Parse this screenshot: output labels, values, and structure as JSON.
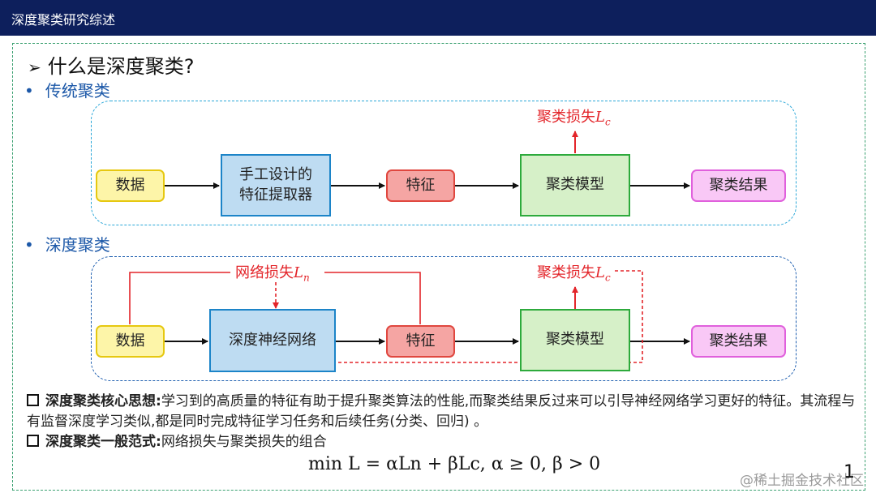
{
  "header": {
    "title": "深度聚类研究综述"
  },
  "heading": {
    "arrow": "➢",
    "text": "什么是深度聚类?"
  },
  "sections": [
    {
      "bullet": "•",
      "label": "传统聚类"
    },
    {
      "bullet": "•",
      "label": "深度聚类"
    }
  ],
  "traditional": {
    "nodes": [
      "数据",
      "手工设计的\n特征提取器",
      "特征",
      "聚类模型",
      "聚类结果"
    ],
    "loss": {
      "text": "聚类损失",
      "var": "L",
      "sub": "c"
    }
  },
  "deep": {
    "nodes": [
      "数据",
      "深度神经网络",
      "特征",
      "聚类模型",
      "聚类结果"
    ],
    "network_loss": {
      "text": "网络损失",
      "var": "L",
      "sub": "n"
    },
    "cluster_loss": {
      "text": "聚类损失",
      "var": "L",
      "sub": "c"
    }
  },
  "notes": [
    {
      "title": "深度聚类核心思想:",
      "body": "学习到的高质量的特征有助于提升聚类算法的性能,而聚类结果反过来可以引导神经网络学习更好的特征。其流程与有监督深度学习类似,都是同时完成特征学习任务和后续任务(分类、回归) 。"
    },
    {
      "title": "深度聚类一般范式:",
      "body": "网络损失与聚类损失的组合"
    }
  ],
  "formula": {
    "text": "min L = αLn + βLc, α ≥ 0, β > 0"
  },
  "watermark": "@稀土掘金技术社区",
  "page_number": "1",
  "colors": {
    "header_bg": "#0d1f5c",
    "loss_red": "#e3252a",
    "bullet_blue": "#1c58a8"
  }
}
